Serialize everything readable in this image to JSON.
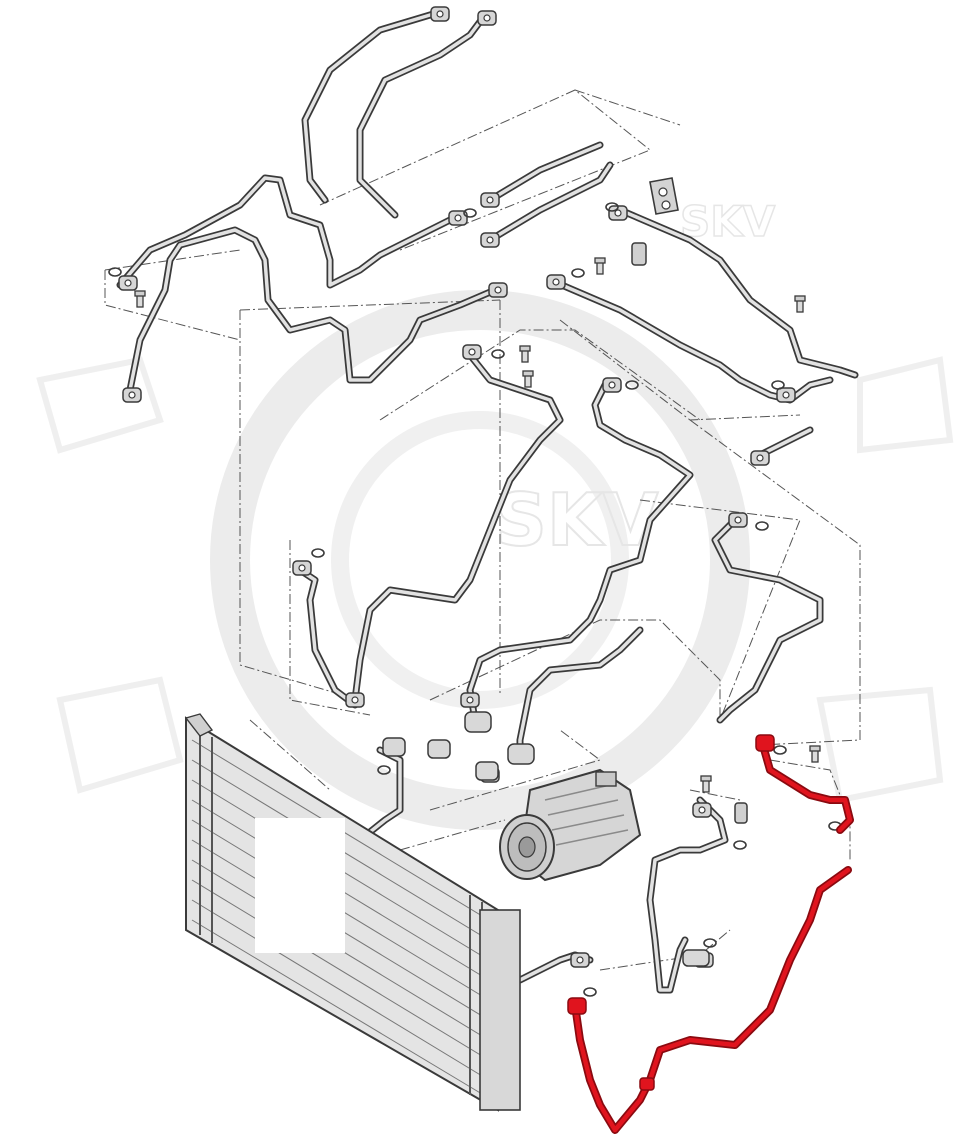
{
  "watermark": {
    "brand": "SKV"
  },
  "colors": {
    "background": "#ffffff",
    "pipe_stroke": "#3a3a3a",
    "pipe_fill": "#e2e2e2",
    "highlight": "#e0141e",
    "highlight_dark": "#8a0a10",
    "leader_line": "#555555",
    "watermark": "#ececec",
    "white_block": "#ffffff"
  },
  "parts": [
    "rear-upper-ac-lines",
    "expansion-valve-and-pipes",
    "pressure-switch-line",
    "suction-and-pressure-lines",
    "a-c-compressor",
    "condenser",
    "condenser-to-compressor-line-highlighted",
    "fittings-and-o-rings"
  ]
}
